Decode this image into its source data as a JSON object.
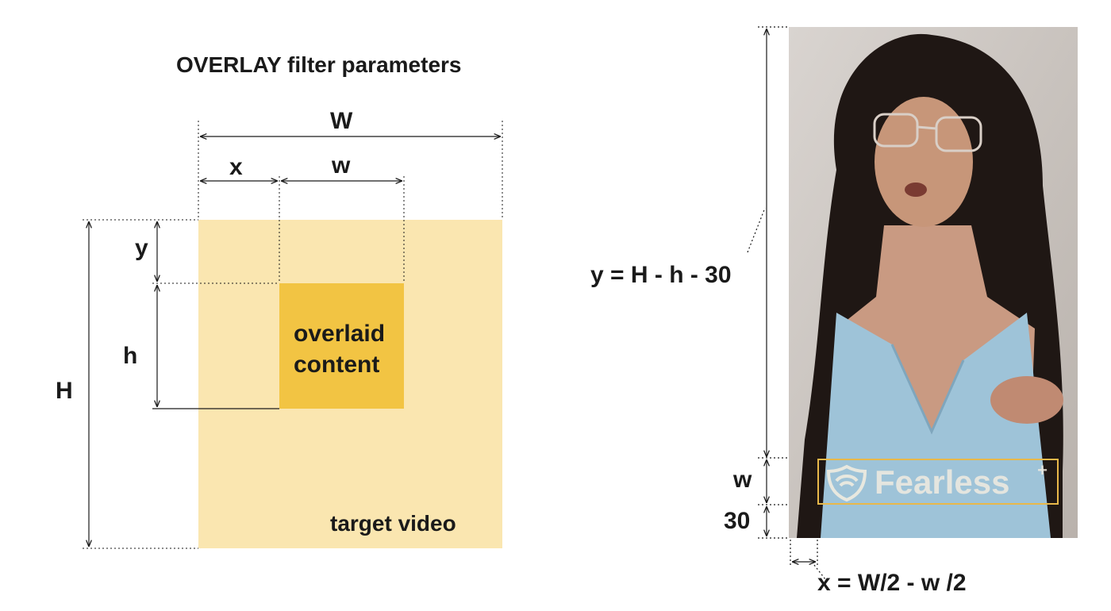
{
  "title": "OVERLAY filter parameters",
  "labels": {
    "W": "W",
    "x": "x",
    "w": "w",
    "y": "y",
    "h": "h",
    "H": "H",
    "overlaid_line1": "overlaid",
    "overlaid_line2": "content",
    "target": "target video"
  },
  "right": {
    "y_formula": "y = H - h - 30",
    "w_label": "w",
    "margin_label": "30",
    "x_formula": "x = W/2 - w /2",
    "logo_text": "Fearless",
    "logo_plus": "+"
  },
  "colors": {
    "target": "#fae6b0",
    "overlay": "#f2c443",
    "logo_border": "#e8b84a",
    "ink": "#1a1a1a"
  },
  "icons": [
    "shield-logo-icon",
    "person-photo"
  ]
}
